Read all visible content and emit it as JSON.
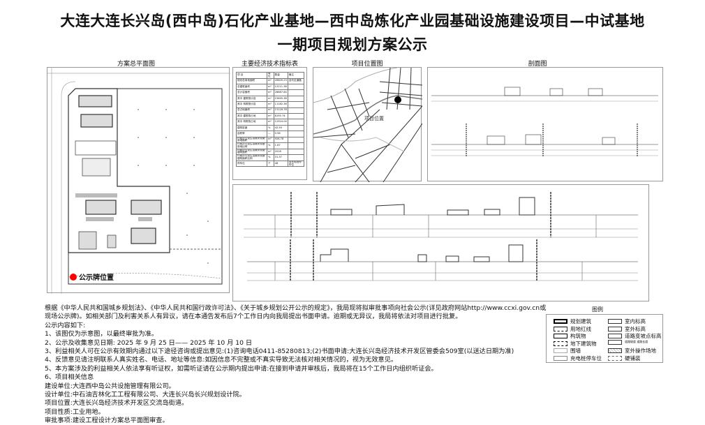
{
  "title": {
    "line1": "大连大连长兴岛(西中岛)石化产业基地—西中岛炼化产业园基础设施建设项目—中试基地",
    "line2": "一期项目规划方案公示"
  },
  "captions": {
    "site_plan": "方案总平面图",
    "kpi": "主要经济技术指标表",
    "location": "项目位置图",
    "section": "剖面图",
    "legend": "图例"
  },
  "site_plan": {
    "marker_label": "公示牌位置",
    "marker_color": "#ff0000"
  },
  "location_map": {
    "label": "项目位置"
  },
  "kpi_table": {
    "headers": [
      "项 目",
      "单位",
      "数量",
      "备注"
    ],
    "rows": [
      [
        "规划总用地面积",
        "m²",
        "49609.23",
        "含代征道路"
      ],
      [
        "总建筑面积",
        "m²",
        "12211.38",
        ""
      ],
      [
        "总计容面积",
        "m²",
        "28667.84",
        ""
      ],
      [
        "其中 建筑物计容",
        "m²",
        "15695.38",
        ""
      ],
      [
        "其中 构筑物计容",
        "m²",
        "11182.36",
        ""
      ],
      [
        "总占地面积",
        "m²",
        "21118.78",
        ""
      ],
      [
        "其中 建筑物占地",
        "m²",
        "8195.74",
        ""
      ],
      [
        "其中 构筑物占地",
        "m²",
        "12924.04",
        ""
      ],
      [
        "建筑密度",
        "%",
        "42.59",
        ""
      ],
      [
        "容积率",
        "—",
        "0.58",
        ""
      ],
      [
        "行政办公及生活服务设施用地面积",
        "m²",
        "926.78",
        ""
      ],
      [
        "行政办公及生活服务设施用地比例",
        "%",
        "1.87",
        ""
      ],
      [
        "行政办公及生活服务设施建筑面积",
        "m²",
        "2018",
        ""
      ],
      [
        "行政办公及生活服务设施建筑面积比例",
        "%",
        "31.37",
        ""
      ],
      [
        "停车位",
        "个",
        "48",
        "含充电桩停车位"
      ]
    ]
  },
  "notice": {
    "lines": [
      "根据《中华人民共和国城乡规划法》、《中华人民共和国行政许可法》、《关于城乡规划公开公示的规定》，我局现将拟审批事项向社会公示(详见政府网站http://www.ccxi.gov.cn或",
      "现场公示牌)。如相关部门及利害关系人有异议，请在本通告发布后7个工作日内向我局提出书面申请。逾期或无异议，我局将依法对项目进行批复。",
      "公示内容如下:",
      "1、该图仅为示意图，以最终审批为准。",
      "2、公示及收集意见日期:  2025 年 9 月 25 日——  2025 年 10 月 10 日",
      "3、利益相关人可在公示有效期内通过以下途径咨询或提出意见:(1)咨询电话0411-85280813;(2)书面申请:大连长兴岛经济技术开发区管委会509室(以送达日期为准)",
      "4、反馈意见请注明联系人真实姓名、电话、地址等信息:如因信息不完整或不真实导致无法核对相关情况的，视为无效意见。",
      "5、本方案涉及的利益相关人依法享有听证权，如需听证请在公示期内提出申请:在接到申请并审核后，我局将在15个工作日内组织听证会。",
      "6、项目相关信息",
      "建设单位:大连西中岛公共设施管理有限公司。",
      "设计单位:中石油吉林化工工程有限公司、大连长兴岛长兴规划设计院。",
      "项目位置:大连长兴岛经济技术开发区交流岛街道。",
      "项目性质:工业用地。",
      "审批事项:建设工程设计方案总平面图审查。"
    ]
  },
  "legend": {
    "items": [
      "规划建筑",
      "用地红线",
      "构筑物",
      "地下建筑物",
      "围墙",
      "充电桩停车位",
      "室内标高",
      "室外标高",
      "道路变坡点标高",
      "道路坡度 道路长度",
      "室外操作场地",
      "硬铺装"
    ]
  }
}
